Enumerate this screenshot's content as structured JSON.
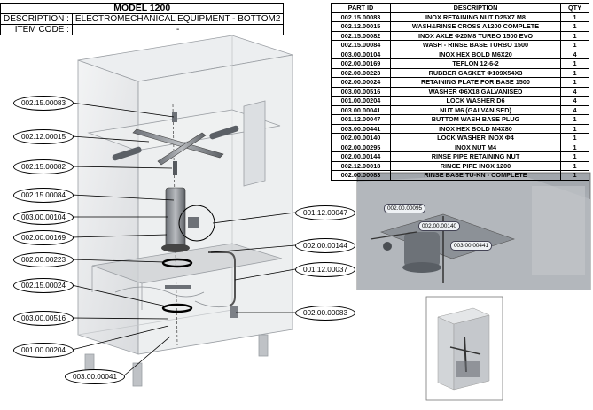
{
  "header": {
    "model": "MODEL 1200",
    "description_label": "DESCRIPTION :",
    "description_value": "ELECTROMECHANICAL EQUIPMENT - BOTTOM2",
    "item_code_label": "ITEM CODE :",
    "item_code_value": "-"
  },
  "parts_table": {
    "columns": [
      "PART ID",
      "DESCRIPTION",
      "QTY"
    ],
    "rows": [
      [
        "002.15.00083",
        "INOX RETAINING NUT D25X7 M8",
        "1"
      ],
      [
        "002.12.00015",
        "WASH&RINSE CROSS A1200 COMPLETE",
        "1"
      ],
      [
        "002.15.00082",
        "INOX AXLE Φ20M8 TURBO 1500 EVO",
        "1"
      ],
      [
        "002.15.00084",
        "WASH - RINSE BASE TURBO 1500",
        "1"
      ],
      [
        "003.00.00104",
        "INOX HEX BOLD M6X20",
        "4"
      ],
      [
        "002.00.00169",
        "TEFLON 12-6-2",
        "1"
      ],
      [
        "002.00.00223",
        "RUBBER GASKET Φ109X54X3",
        "1"
      ],
      [
        "002.00.00024",
        "RETAINING PLATE FOR BASE 1500",
        "1"
      ],
      [
        "003.00.00516",
        "WASHER Φ6X18 GALVANISED",
        "4"
      ],
      [
        "001.00.00204",
        "LOCK WASHER D6",
        "4"
      ],
      [
        "003.00.00041",
        "NUT M6 (GALVANISED)",
        "4"
      ],
      [
        "001.12.00047",
        "BUTTOM WASH BASE PLUG",
        "1"
      ],
      [
        "003.00.00441",
        "INOX HEX BOLD M4X80",
        "1"
      ],
      [
        "002.00.00140",
        "LOCK WASHER INOX Φ4",
        "1"
      ],
      [
        "002.00.00295",
        "INOX NUT M4",
        "1"
      ],
      [
        "002.00.00144",
        "RINSE PIPE RETAINING NUT",
        "1"
      ],
      [
        "002.12.00018",
        "RINCE PIPE INOX 1200",
        "1"
      ],
      [
        "002.00.00083",
        "RINSE BASE TU-KN - COMPLETE",
        "1"
      ]
    ]
  },
  "callouts_left": [
    "002.15.00083",
    "002.12.00015",
    "002.15.00082",
    "002.15.00084",
    "003.00.00104",
    "002.00.00169",
    "002.00.00223",
    "002.15.00024",
    "003.00.00516",
    "001.00.00204",
    "003.00.00041"
  ],
  "callouts_right": [
    "001.12.00047",
    "002.00.00144",
    "001.12.00037",
    "002.00.00083"
  ],
  "inset_labels": [
    "002.00.00095",
    "002.00.00140",
    "003.00.00441"
  ]
}
